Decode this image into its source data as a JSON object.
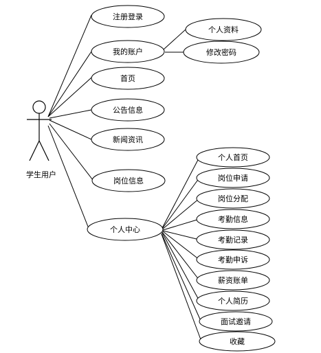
{
  "actor": {
    "label": "学生用户"
  },
  "use_cases": {
    "register_login": "注册登录",
    "my_account": "我的账户",
    "profile": "个人资料",
    "change_password": "修改密码",
    "home": "首页",
    "announcements": "公告信息",
    "news": "新闻资讯",
    "job_info": "岗位信息",
    "personal_center": "个人中心",
    "personal_home": "个人首页",
    "job_application": "岗位申请",
    "job_assignment": "岗位分配",
    "attendance_info": "考勤信息",
    "attendance_record": "考勤记录",
    "attendance_appeal": "考勤申诉",
    "salary_bill": "薪资账单",
    "resume": "个人简历",
    "interview_invite": "面试邀请",
    "favorites": "收藏"
  }
}
